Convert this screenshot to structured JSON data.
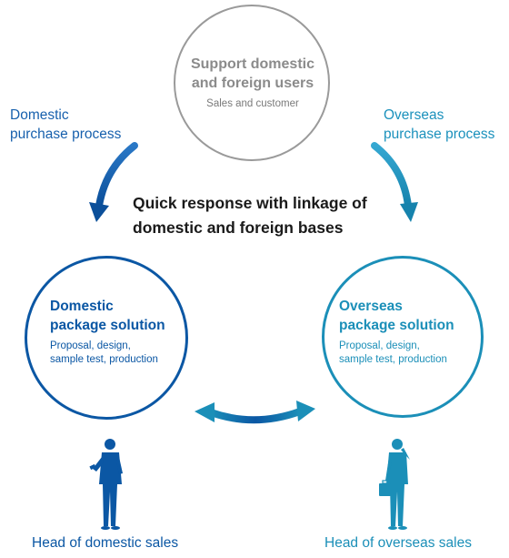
{
  "top_node": {
    "title_line1": "Support domestic",
    "title_line2": "and foreign users",
    "subtitle": "Sales and customer"
  },
  "left_arrow_label": {
    "line1": "Domestic",
    "line2": "purchase process"
  },
  "right_arrow_label": {
    "line1": "Overseas",
    "line2": "purchase process"
  },
  "center_text": {
    "line1": "Quick response with linkage of",
    "line2": "domestic and foreign bases"
  },
  "domestic_node": {
    "title_line1": "Domestic",
    "title_line2": "package solution",
    "desc_line1": "Proposal, design,",
    "desc_line2": "sample test, production"
  },
  "overseas_node": {
    "title_line1": "Overseas",
    "title_line2": "package solution",
    "desc_line1": "Proposal, design,",
    "desc_line2": "sample test, production"
  },
  "domestic_head": {
    "label": "Head of domestic sales",
    "icon": "businessman-with-phone-icon"
  },
  "overseas_head": {
    "label": "Head of overseas sales",
    "icon": "businessman-with-briefcase-icon"
  },
  "colors": {
    "domestic": "#0b57a4",
    "overseas": "#1b8fb8",
    "neutral": "#9a9a9a",
    "text_dark": "#1a1a1a"
  }
}
